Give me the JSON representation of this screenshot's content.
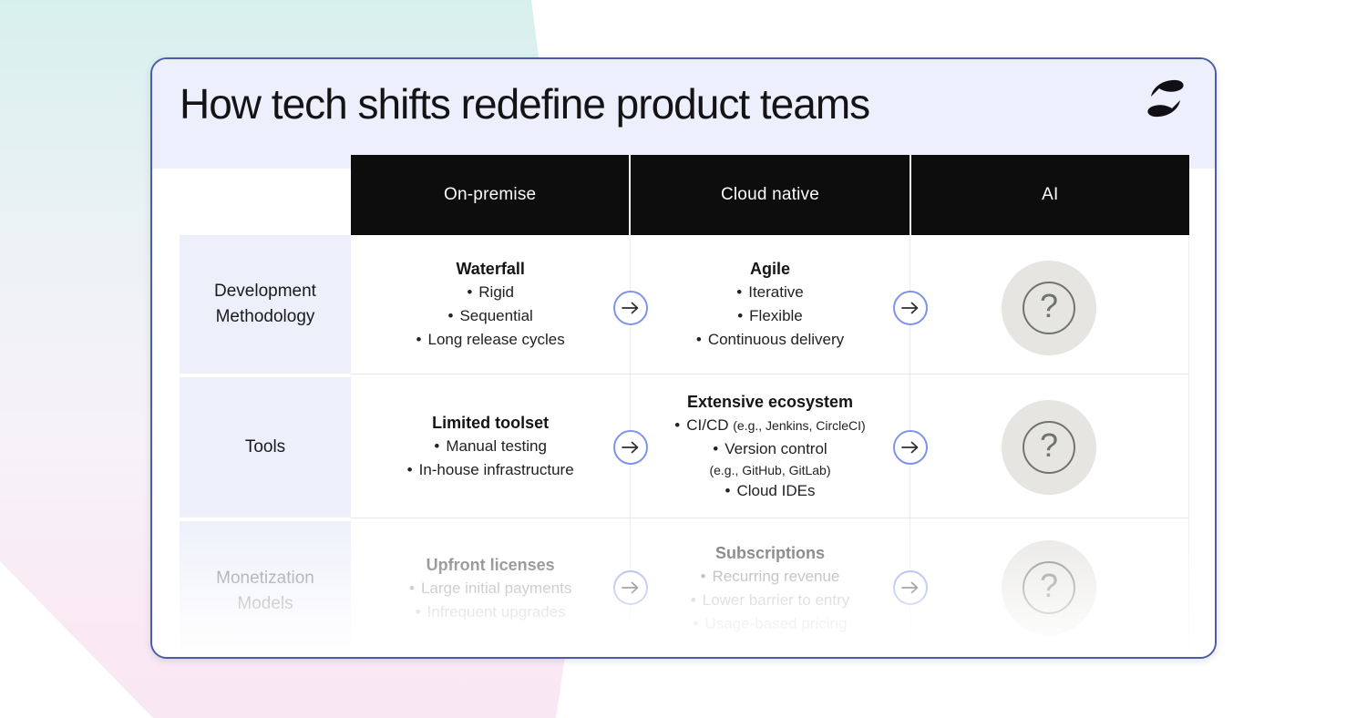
{
  "slide": {
    "title": "How tech shifts redefine product teams"
  },
  "glyphs": {
    "bullet": "•",
    "question_mark": "?"
  },
  "icons": {
    "logo": "brand-logo-icon",
    "transition": "arrow-right-icon",
    "unknown": "question-mark-icon"
  },
  "colors": {
    "card_border": "#4b5da9",
    "title_band": "#edeffc",
    "header_bg": "#0d0d0e",
    "header_text": "#fcfcfc",
    "label_cell_bg": "#edeffa",
    "arrow_ring": "#8093ea",
    "question_circle_bg": "#e6e5e2",
    "question_ring": "#6f746f",
    "bg_mint": "#d7f0ee",
    "bg_pink": "#fae9f4"
  },
  "table": {
    "columns": [
      {
        "label": "On-premise"
      },
      {
        "label": "Cloud native"
      },
      {
        "label": "AI"
      }
    ],
    "rows": [
      {
        "label": "Development Methodology",
        "on_premise": {
          "heading": "Waterfall",
          "bullets": [
            "Rigid",
            "Sequential",
            "Long release cycles"
          ]
        },
        "cloud_native": {
          "heading": "Agile",
          "bullets": [
            "Iterative",
            "Flexible",
            "Continuous delivery"
          ]
        },
        "ai": {
          "icon": "question-mark-icon"
        }
      },
      {
        "label": "Tools",
        "on_premise": {
          "heading": "Limited toolset",
          "bullets": [
            "Manual testing",
            "In-house infrastructure"
          ]
        },
        "cloud_native": {
          "heading": "Extensive ecosystem",
          "bullets_rich": [
            {
              "text": "CI/CD",
              "note": "(e.g., Jenkins, CircleCI)"
            },
            {
              "text": "Version control",
              "note_below": "(e.g., GitHub, GitLab)"
            },
            {
              "text": "Cloud IDEs"
            }
          ]
        },
        "ai": {
          "icon": "question-mark-icon"
        }
      },
      {
        "label": "Monetization Models",
        "on_premise": {
          "heading": "Upfront licenses",
          "bullets": [
            "Large initial payments",
            "Infrequent upgrades"
          ]
        },
        "cloud_native": {
          "heading": "Subscriptions",
          "bullets": [
            "Recurring revenue",
            "Lower barrier to entry",
            "Usage-based pricing"
          ]
        },
        "ai": {
          "icon": "question-mark-icon"
        }
      }
    ]
  }
}
